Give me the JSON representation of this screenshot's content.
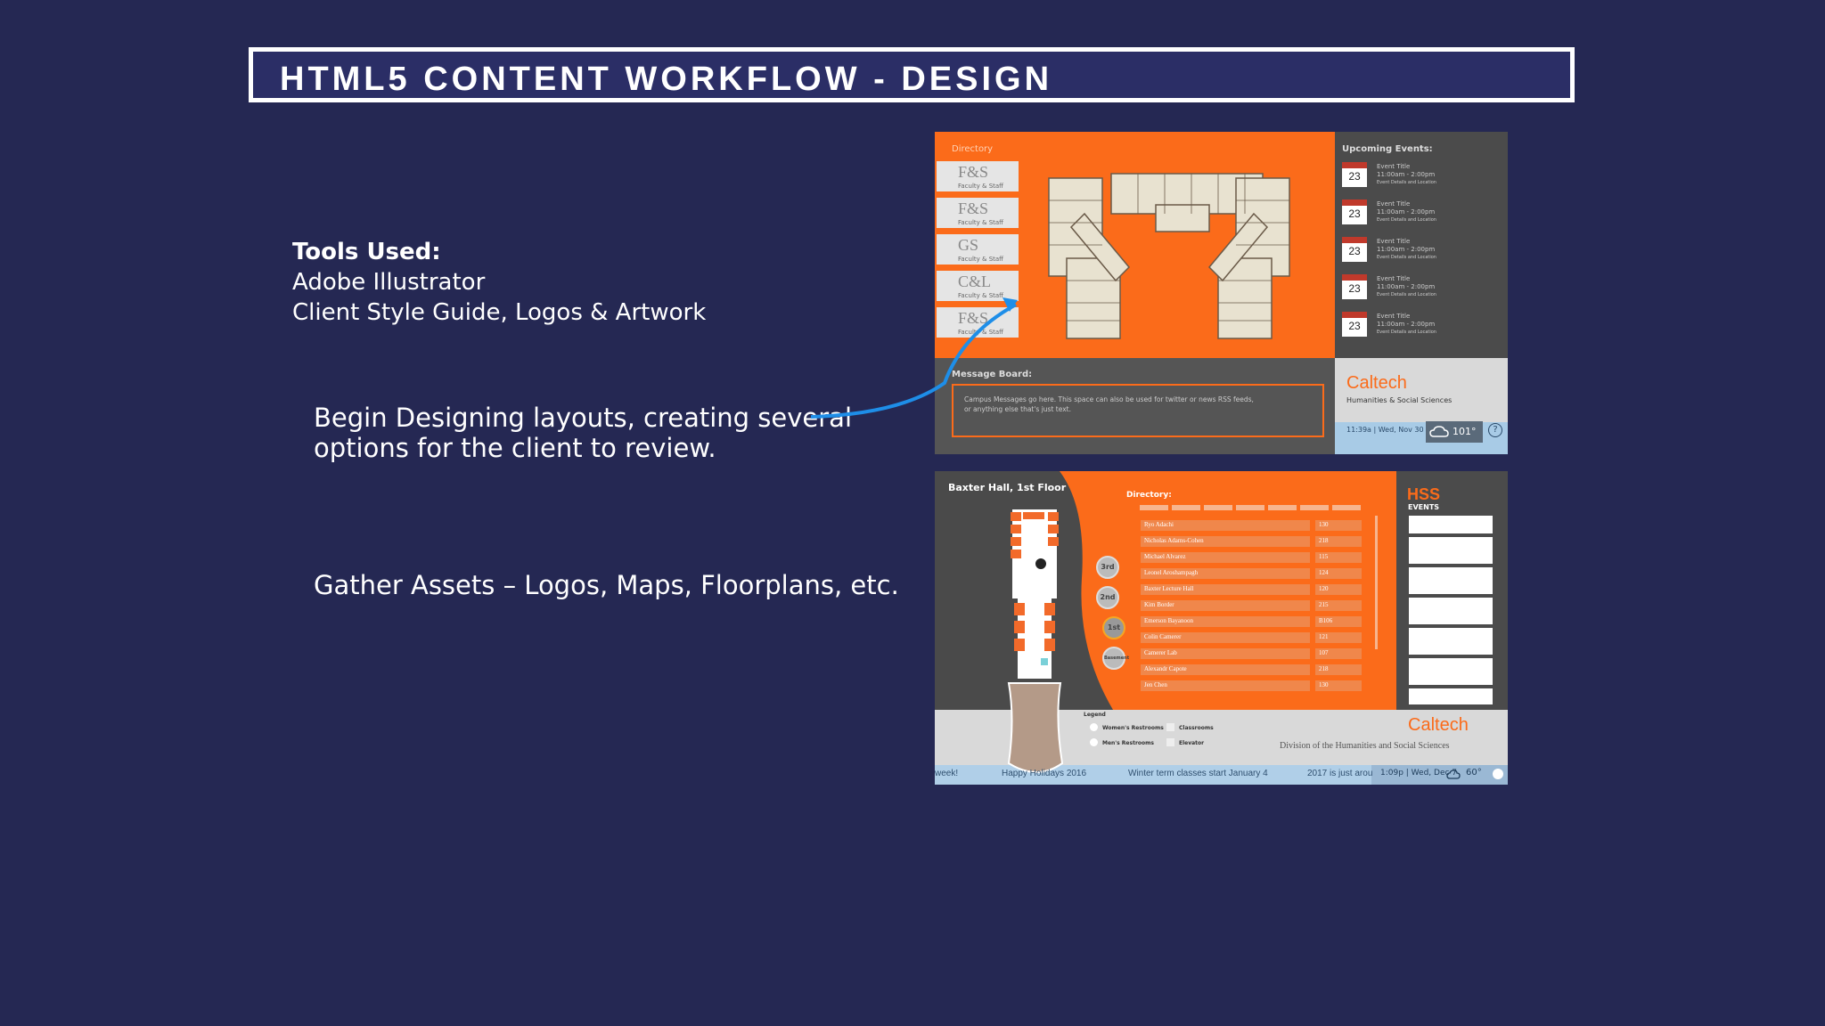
{
  "slide": {
    "title": "HTML5 CONTENT WORKFLOW - DESIGN",
    "tools_heading": "Tools Used:",
    "tools": [
      "Adobe Illustrator",
      "Client Style Guide, Logos & Artwork"
    ],
    "step1": [
      "Begin Designing layouts, creating several",
      "options for the client to review."
    ],
    "step2": "Gather Assets – Logos, Maps, Floorplans, etc."
  },
  "colors": {
    "background": "#252853",
    "accent_orange": "#fb6b1a",
    "arrow_blue": "#1e8ee8"
  },
  "mockup1": {
    "directory_label": "Directory",
    "directory": [
      {
        "abbr": "F&S",
        "label": "Faculty & Staff"
      },
      {
        "abbr": "F&S",
        "label": "Faculty & Staff"
      },
      {
        "abbr": "GS",
        "label": "Faculty & Staff"
      },
      {
        "abbr": "C&L",
        "label": "Faculty & Staff"
      },
      {
        "abbr": "F&S",
        "label": "Faculty & Staff"
      }
    ],
    "upcoming_label": "Upcoming Events:",
    "events": [
      {
        "day": "23",
        "title": "Event Title",
        "time": "11:00am - 2:00pm",
        "loc": "Event Details and Location"
      },
      {
        "day": "23",
        "title": "Event Title",
        "time": "11:00am - 2:00pm",
        "loc": "Event Details and Location"
      },
      {
        "day": "23",
        "title": "Event Title",
        "time": "11:00am - 2:00pm",
        "loc": "Event Details and Location"
      },
      {
        "day": "23",
        "title": "Event Title",
        "time": "11:00am - 2:00pm",
        "loc": "Event Details and Location"
      },
      {
        "day": "23",
        "title": "Event Title",
        "time": "11:00am - 2:00pm",
        "loc": "Event Details and Location"
      }
    ],
    "message_label": "Message Board:",
    "message_lines": [
      "Campus Messages go here. This space can also be used for twitter or news RSS feeds,",
      "or anything else that's just text."
    ],
    "brand": "Caltech",
    "brand_sub": "Humanities & Social Sciences",
    "status_time": "11:39a | Wed, Nov 30",
    "temp": "101°",
    "help": "?"
  },
  "mockup2": {
    "building": "Baxter Hall, 1st Floor",
    "directory_label": "Directory:",
    "names": [
      {
        "name": "Ryo Adachi",
        "room": "130"
      },
      {
        "name": "Nicholas Adams-Cohen",
        "room": "218"
      },
      {
        "name": "Michael Alvarez",
        "room": "115"
      },
      {
        "name": "Leonel Aroshampagh",
        "room": "124"
      },
      {
        "name": "Baxter Lecture Hall",
        "room": "120"
      },
      {
        "name": "Kim Border",
        "room": "215"
      },
      {
        "name": "Emerson Bayanoon",
        "room": "B106"
      },
      {
        "name": "Colin Camerer",
        "room": "121"
      },
      {
        "name": "Camerer Lab",
        "room": "107"
      },
      {
        "name": "Alexandr Capote",
        "room": "218"
      },
      {
        "name": "Jen Chen",
        "room": "130"
      }
    ],
    "floors": [
      "3rd",
      "2nd",
      "1st",
      "Basement"
    ],
    "events_logo": "HSS",
    "events_label": "EVENTS",
    "legend_label": "Legend",
    "legend": [
      "Women's Restrooms",
      "Classrooms",
      "Men's Restrooms",
      "Elevator"
    ],
    "brand": "Caltech",
    "division": "Division of the Humanities and Social Sciences",
    "ticker": [
      "week!",
      "Happy Holidays 2016",
      "Winter term classes start January 4",
      "2017 is just arou"
    ],
    "status_time": "1:09p | Wed, Dec 7",
    "temp": "60°"
  }
}
